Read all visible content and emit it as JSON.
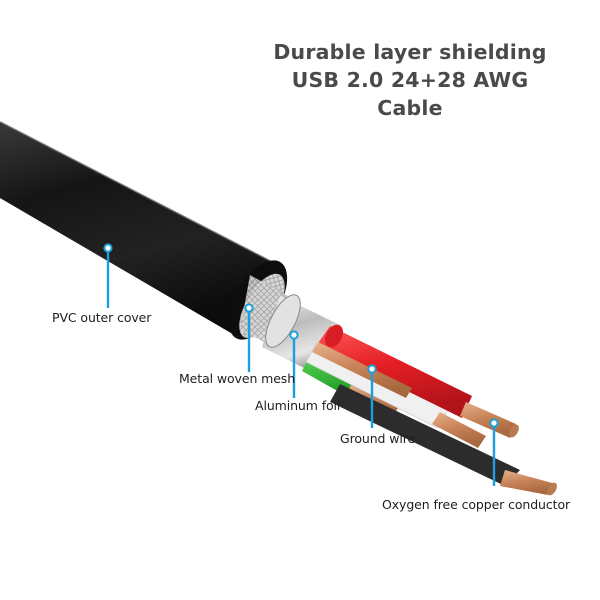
{
  "title": {
    "line1": "Durable layer shielding",
    "line2": "USB 2.0 24+28 AWG",
    "line3": "Cable"
  },
  "callouts": [
    {
      "id": "pvc",
      "label": "PVC outer cover"
    },
    {
      "id": "mesh",
      "label": "Metal woven mesh"
    },
    {
      "id": "foil",
      "label": "Aluminum foil"
    },
    {
      "id": "ground",
      "label": "Ground wire"
    },
    {
      "id": "copper",
      "label": "Oxygen free copper conductor"
    }
  ],
  "colors": {
    "title_text": "#4a4a4a",
    "label_text": "#1e1e1e",
    "leader_line": "#1aa0dc",
    "outer_jacket": "#1c1c1c",
    "mesh": "#d6d6d6",
    "foil": "#c8c8c8",
    "wire_red": "#e8262b",
    "wire_white": "#f2f2f2",
    "wire_green": "#2fb52f",
    "wire_black": "#2c2c2c",
    "copper": "#d4956a"
  }
}
